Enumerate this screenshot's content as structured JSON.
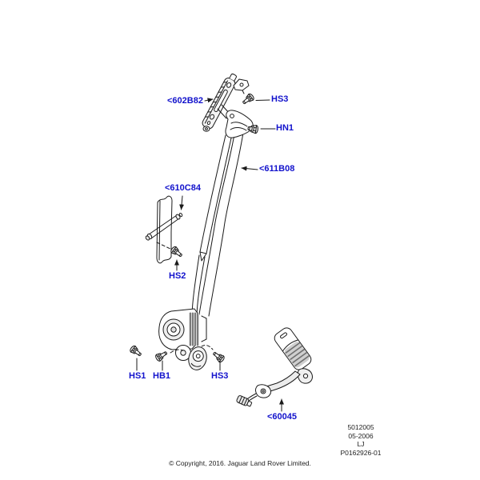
{
  "page": {
    "background": "#ffffff"
  },
  "colors": {
    "callout_blue": "#1212cc",
    "line_color": "#1a1a1a"
  },
  "diagram": {
    "callouts": [
      {
        "text": "<602B82"
      },
      {
        "text": "HS3"
      },
      {
        "text": "HN1"
      },
      {
        "text": "<611B08"
      },
      {
        "text": "<610C84"
      },
      {
        "text": "HS2"
      },
      {
        "text": "HS1"
      },
      {
        "text": "HB1"
      },
      {
        "text": "HS3"
      },
      {
        "text": "<60045"
      }
    ]
  },
  "footer": {
    "figure_number": "5012005",
    "date_code": "05-2006",
    "model_code": "LJ",
    "plate_code": "P0162926-01",
    "copyright": "© Copyright, 2016. Jaguar Land Rover Limited."
  }
}
